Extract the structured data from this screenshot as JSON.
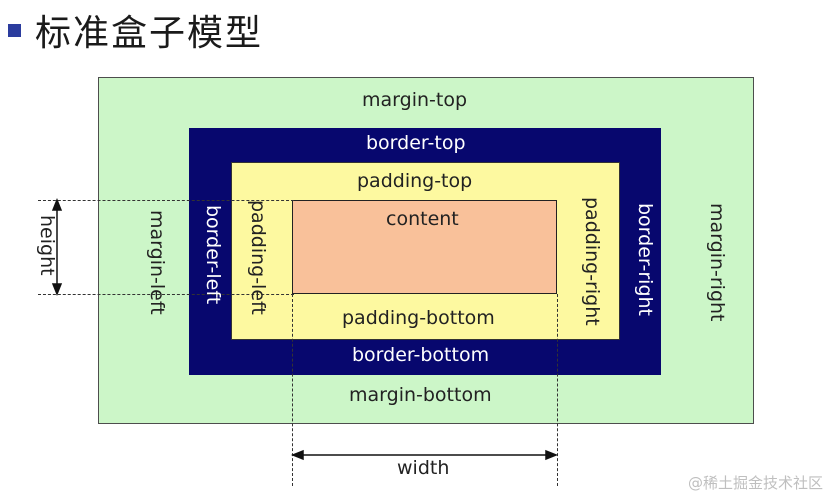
{
  "title": "标准盒子模型",
  "labels": {
    "margin_top": "margin-top",
    "margin_bottom": "margin-bottom",
    "margin_left": "margin-left",
    "margin_right": "margin-right",
    "border_top": "border-top",
    "border_bottom": "border-bottom",
    "border_left": "border-left",
    "border_right": "border-right",
    "padding_top": "padding-top",
    "padding_bottom": "padding-bottom",
    "padding_left": "padding-left",
    "padding_right": "padding-right",
    "content": "content",
    "height": "height",
    "width": "width"
  },
  "watermark": "@稀土掘金技术社区",
  "colors": {
    "margin": "#ccf6c8",
    "border": "#07076e",
    "padding": "#fdf9a0",
    "content": "#f9c19a",
    "bullet": "#2b3c9e"
  }
}
